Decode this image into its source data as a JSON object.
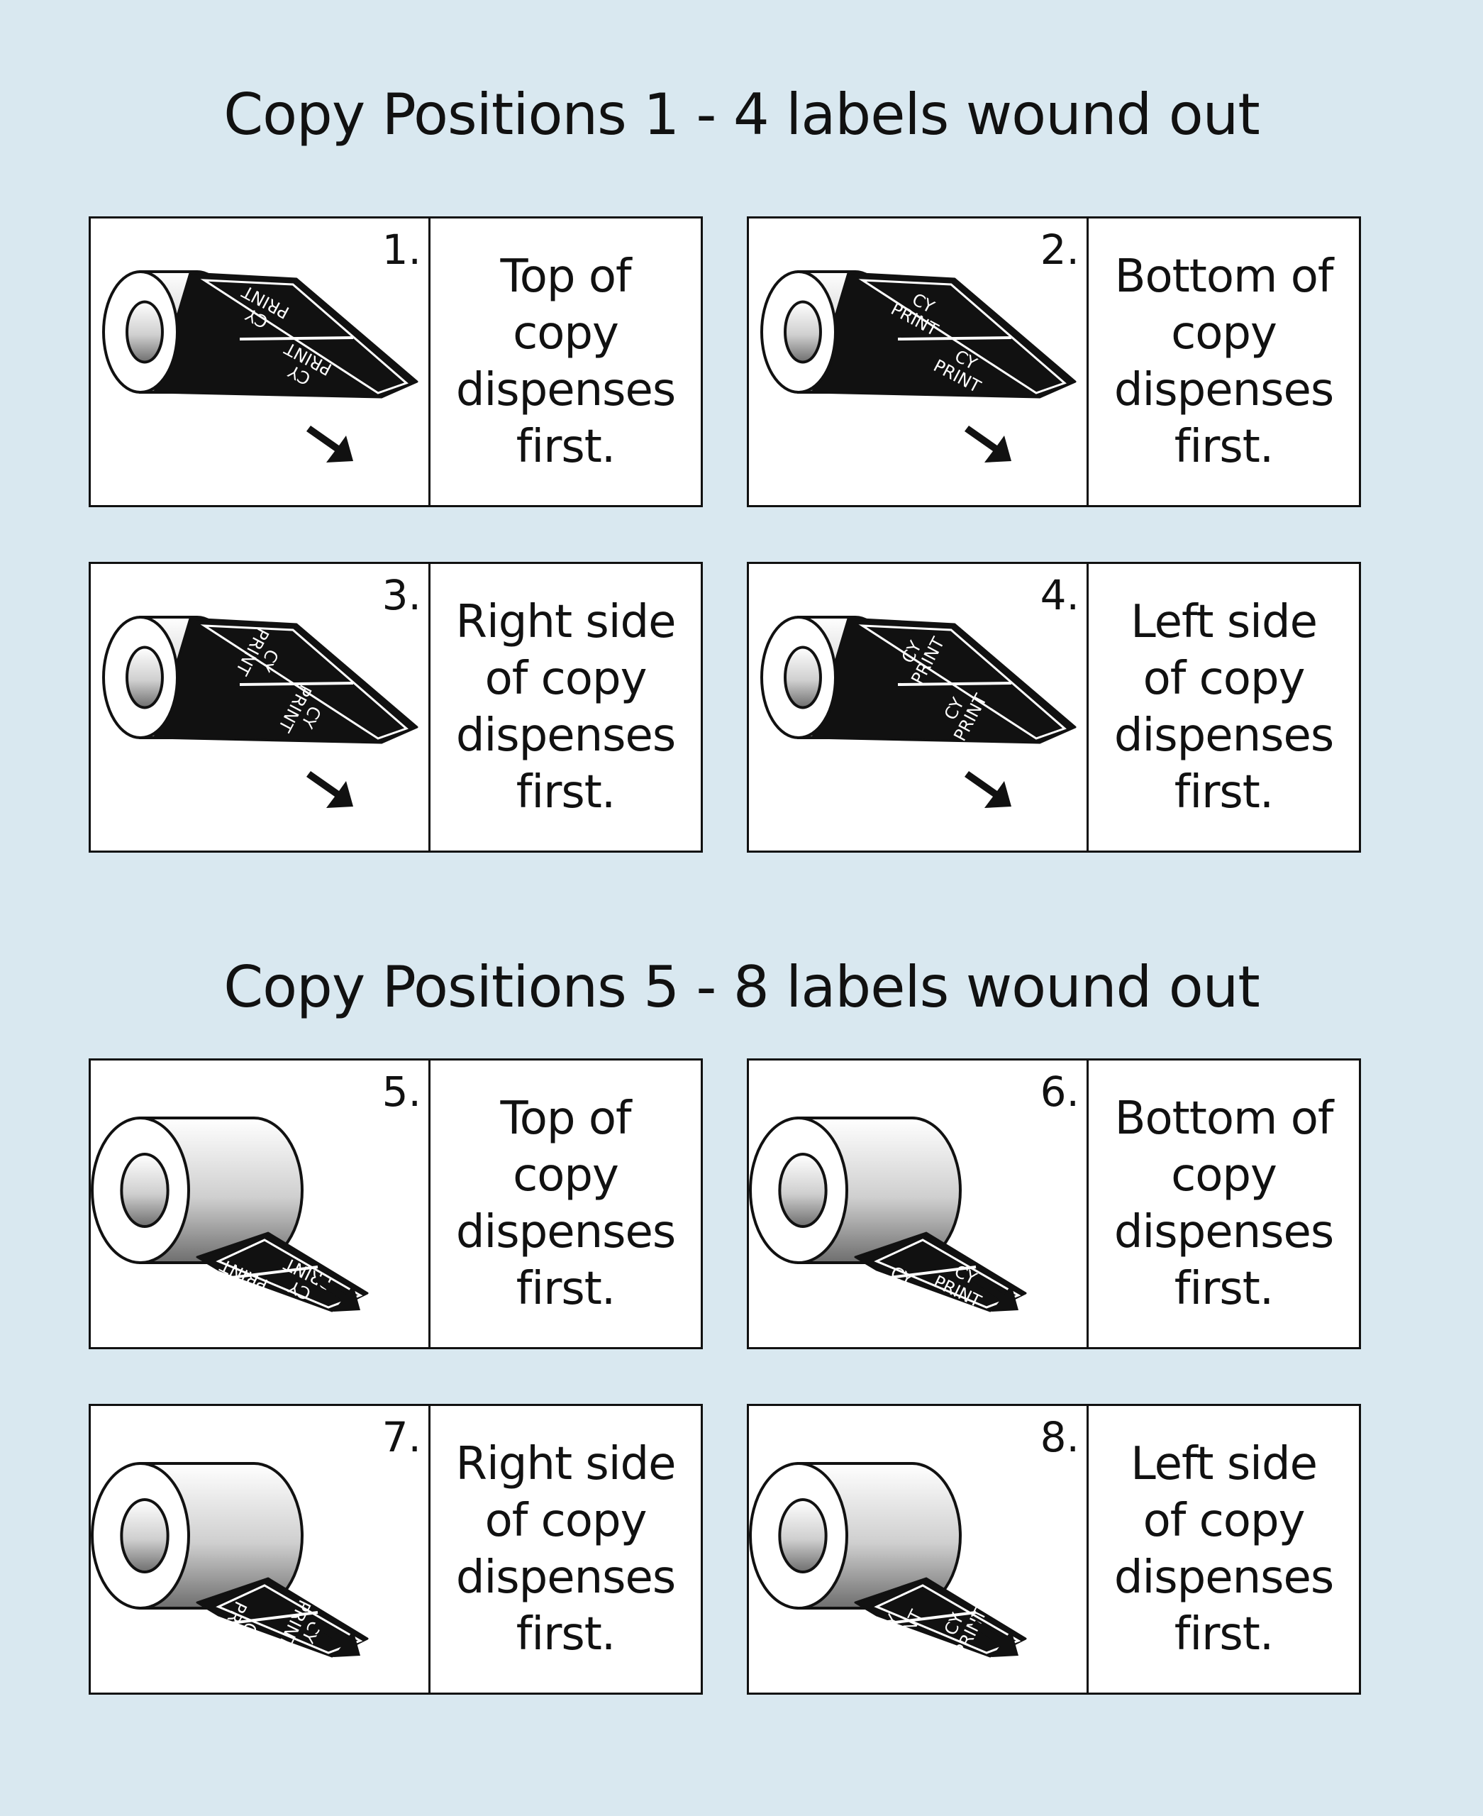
{
  "sections": [
    {
      "title": "Copy Positions 1 - 4 labels wound out"
    },
    {
      "title": "Copy Positions 5 - 8 labels wound out"
    }
  ],
  "cards": [
    {
      "number": "1.",
      "caption": "Top of\ncopy\ndispenses\nfirst."
    },
    {
      "number": "2.",
      "caption": "Bottom of\ncopy\ndispenses\nfirst."
    },
    {
      "number": "3.",
      "caption": "Right side\nof copy\ndispenses\nfirst."
    },
    {
      "number": "4.",
      "caption": "Left side\nof copy\ndispenses\nfirst."
    },
    {
      "number": "5.",
      "caption": "Top of\ncopy\ndispenses\nfirst."
    },
    {
      "number": "6.",
      "caption": "Bottom of\ncopy\ndispenses\nfirst."
    },
    {
      "number": "7.",
      "caption": "Right side\nof copy\ndispenses\nfirst."
    },
    {
      "number": "8.",
      "caption": "Left side\nof copy\ndispenses\nfirst."
    }
  ],
  "label_text": {
    "line1": "CY",
    "line2": "PRINT"
  },
  "colors": {
    "background": "#d9e8f0",
    "card": "#ffffff",
    "label": "#111111",
    "line": "#111111"
  }
}
